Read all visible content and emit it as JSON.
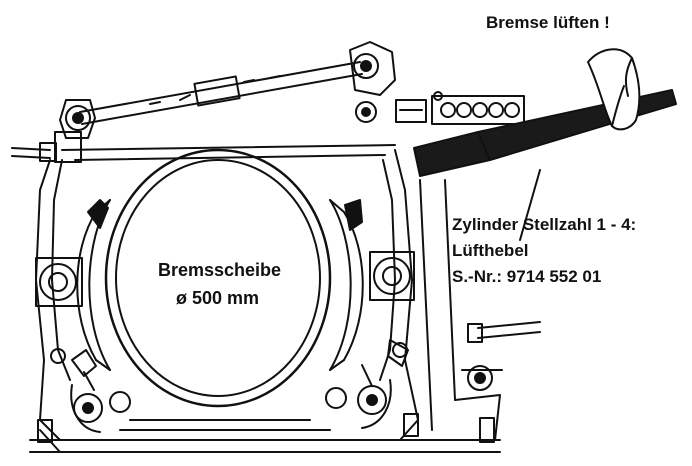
{
  "labels": {
    "release_instruction": "Bremse lüften !",
    "disc_name": "Bremsscheibe",
    "disc_size": "ø 500 mm",
    "cylinder": "Zylinder Stellzahl 1 - 4:",
    "lever": "Lüfthebel",
    "serial": "S.-Nr.: 9714 552 01"
  },
  "colors": {
    "ink": "#111111",
    "paper": "#ffffff",
    "shade": "#1a1a1a"
  }
}
